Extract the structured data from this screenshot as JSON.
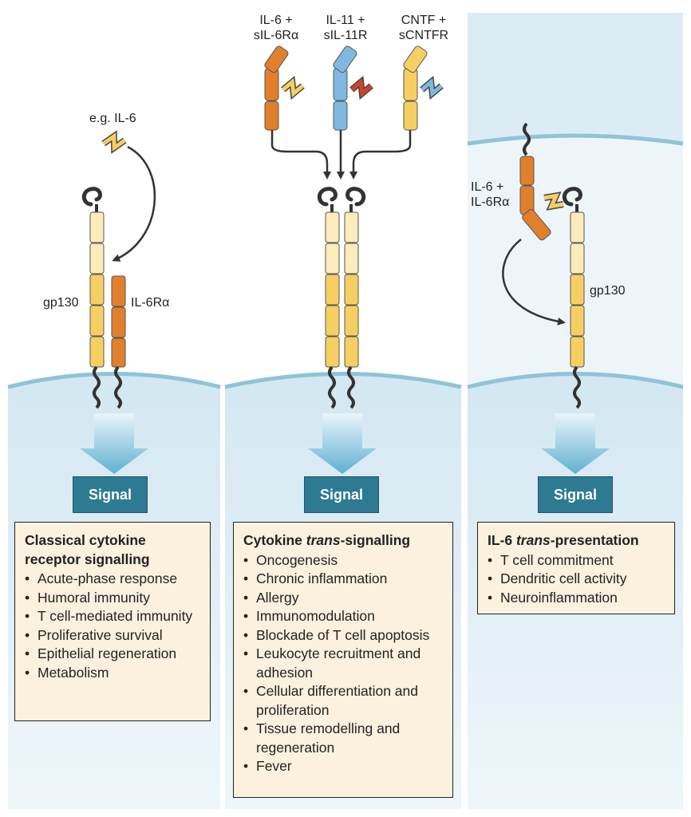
{
  "panels": [
    {
      "labels": {
        "ligand": "e.g. IL-6",
        "gp130": "gp130",
        "receptor": "IL-6Rα"
      },
      "signal": "Signal",
      "box": {
        "title_lines": [
          "Classical cytokine",
          "receptor signalling"
        ],
        "items": [
          "Acute-phase response",
          "Humoral immunity",
          "T cell-mediated immunity",
          "Proliferative survival",
          "Epithelial regeneration",
          "Metabolism"
        ]
      }
    },
    {
      "labels": {
        "complex1": [
          "IL-6 +",
          "sIL-6Rα"
        ],
        "complex2": [
          "IL-11 +",
          "sIL-11R"
        ],
        "complex3": [
          "CNTF +",
          "sCNTFR"
        ]
      },
      "signal": "Signal",
      "box": {
        "title_prefix": "Cytokine ",
        "title_italic": "trans",
        "title_suffix": "-signalling",
        "items": [
          "Oncogenesis",
          "Chronic inflammation",
          "Allergy",
          "Immunomodulation",
          "Blockade of T cell apoptosis",
          "Leukocyte recruitment and adhesion",
          "Cellular differentiation and proliferation",
          "Tissue remodelling and regeneration",
          "Fever"
        ]
      }
    },
    {
      "labels": {
        "complex": [
          "IL-6 +",
          "IL-6Rα"
        ],
        "gp130": "gp130"
      },
      "signal": "Signal",
      "box": {
        "title_prefix": "IL-6 ",
        "title_italic": "trans",
        "title_suffix": "-presentation",
        "items": [
          "T cell commitment",
          "Dendritic cell activity",
          "Neuroinflammation"
        ]
      }
    }
  ],
  "colors": {
    "yellow": "#f6cf62",
    "pale_yellow": "#fcebbb",
    "orange": "#e0802c",
    "blue": "#7fb9df",
    "red": "#cf432b",
    "cytoplasm": "#dcecf5",
    "membrane": "#8fc3d8",
    "signal_box": "#2f7a93",
    "text_box": "#fcf1df"
  }
}
